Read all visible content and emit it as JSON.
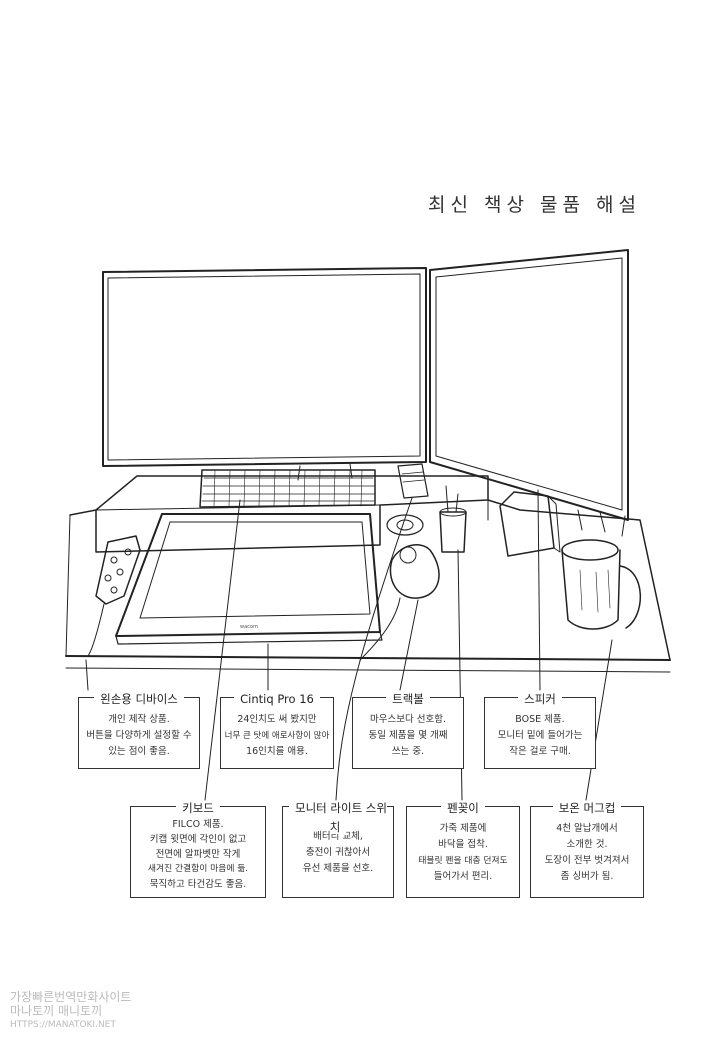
{
  "title": "최신 책상 물품 해설",
  "callouts": [
    {
      "id": "left-device",
      "heading": "왼손용 디바이스",
      "lines": [
        "개인 제작 상품.",
        "버튼을 다양하게 설정할 수",
        "있는 점이 좋음."
      ]
    },
    {
      "id": "cintiq",
      "heading": "Cintiq Pro 16",
      "lines": [
        "24인치도 써 봤지만",
        "너무 큰 탓에 애로사항이 많아",
        "16인치를 애용."
      ]
    },
    {
      "id": "trackball",
      "heading": "트랙볼",
      "lines": [
        "마우스보다 선호함.",
        "동일 제품을 몇 개째",
        "쓰는 중."
      ]
    },
    {
      "id": "speaker",
      "heading": "스피커",
      "lines": [
        "BOSE 제품.",
        "모니터 밑에 들어가는",
        "작은 걸로 구매."
      ]
    },
    {
      "id": "keyboard",
      "heading": "키보드",
      "lines": [
        "FILCO 제품.",
        "키캡 윗면에 각인이 없고",
        "전면에 알파벳만 작게",
        "새겨진 간결함이 마음에 듦.",
        "묵직하고 타건감도 좋음."
      ]
    },
    {
      "id": "light-switch",
      "heading": "모니터 라이트 스위치",
      "lines": [
        "배터리 교체,",
        "충전이 귀찮아서",
        "유선 제품을 선호."
      ]
    },
    {
      "id": "pen-holder",
      "heading": "펜꽂이",
      "lines": [
        "가죽 제품에",
        "바닥을 접착.",
        "태블릿 펜을 대충 던져도",
        "들어가서 편리."
      ]
    },
    {
      "id": "mug",
      "heading": "보온 머그컵",
      "lines": [
        "4천 알납개에서",
        "소개한 것.",
        "도장이 전부 벗겨져서",
        "좀 싱버가 됨."
      ]
    }
  ],
  "tablet_brand": "wacom",
  "watermark": {
    "line1": "가장빠른번역만화사이트",
    "line2": "마나토끼 매니토끼",
    "line3": "HTTPS://MANATOKI.NET"
  }
}
